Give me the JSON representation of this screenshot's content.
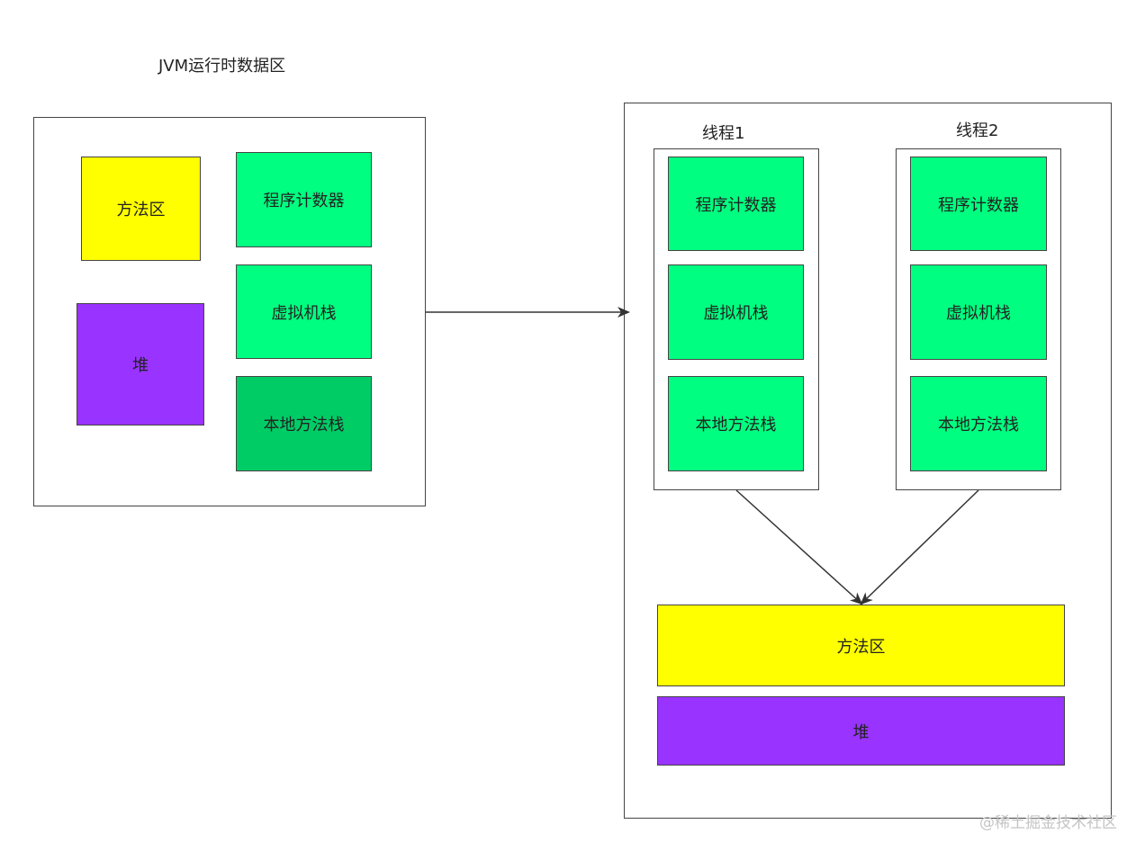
{
  "title": "JVM运行时数据区",
  "colors": {
    "method_area": "#ffff00",
    "heap": "#9933ff",
    "thread_private": "#00ff80",
    "native_stack_left": "#00cc66",
    "stroke": "#444444"
  },
  "left_panel": {
    "method_area": "方法区",
    "heap": "堆",
    "program_counter": "程序计数器",
    "vm_stack": "虚拟机栈",
    "native_stack": "本地方法栈"
  },
  "right_panel": {
    "threads": [
      {
        "label": "线程1",
        "program_counter": "程序计数器",
        "vm_stack": "虚拟机栈",
        "native_stack": "本地方法栈"
      },
      {
        "label": "线程2",
        "program_counter": "程序计数器",
        "vm_stack": "虚拟机栈",
        "native_stack": "本地方法栈"
      }
    ],
    "method_area": "方法区",
    "heap": "堆"
  },
  "watermark": "@稀土掘金技术社区"
}
